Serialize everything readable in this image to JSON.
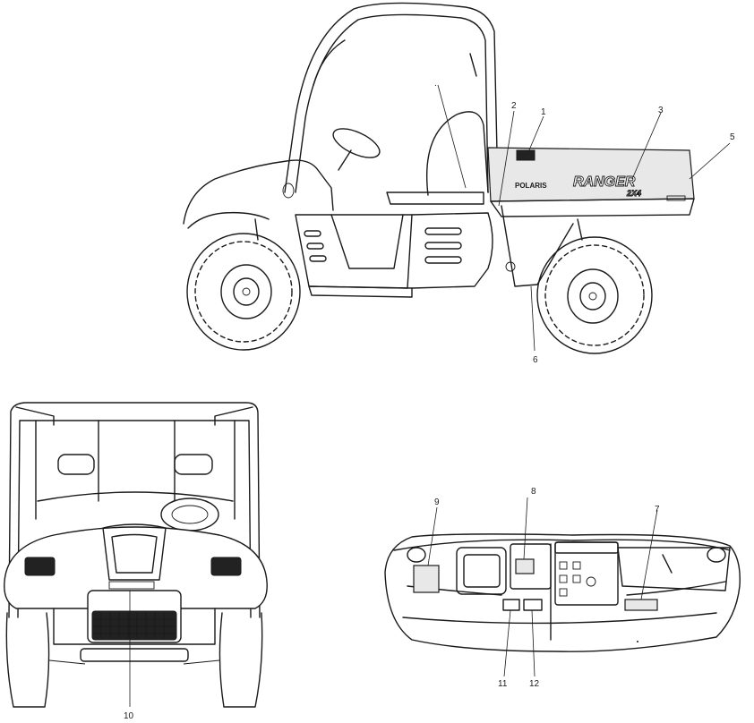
{
  "callouts": {
    "c1": "1",
    "c2": "2",
    "c3": "3",
    "c5": "5",
    "c6": "6",
    "c7": "7",
    "c8": "8",
    "c9": "9",
    "c10": "10",
    "c11": "11",
    "c12": "12"
  },
  "decals": {
    "brand_side": "POLARIS",
    "model_side": "RANGER",
    "model_suffix": "2X4"
  }
}
